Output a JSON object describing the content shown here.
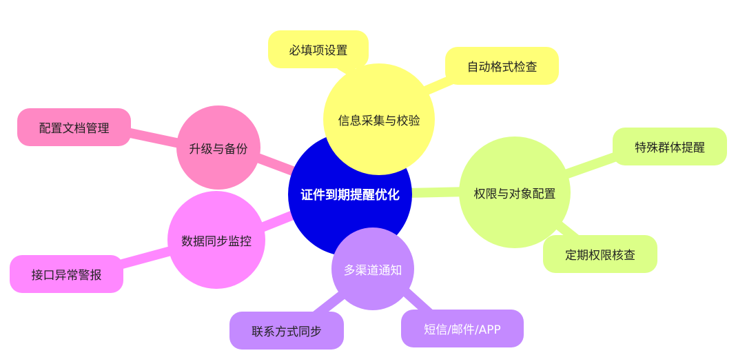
{
  "center": {
    "label": "证件到期提醒优化",
    "color": "#0000e6"
  },
  "branches": [
    {
      "key": "info",
      "label": "信息采集与校验",
      "color": "#ffff77",
      "children": [
        {
          "key": "required",
          "label": "必填项设置"
        },
        {
          "key": "format",
          "label": "自动格式检查"
        }
      ]
    },
    {
      "key": "perm",
      "label": "权限与对象配置",
      "color": "#dcff88",
      "children": [
        {
          "key": "special",
          "label": "特殊群体提醒"
        },
        {
          "key": "periodic",
          "label": "定期权限核查"
        }
      ]
    },
    {
      "key": "notify",
      "label": "多渠道通知",
      "color": "#c48aff",
      "children": [
        {
          "key": "contact",
          "label": "联系方式同步"
        },
        {
          "key": "channels",
          "label": "短信/邮件/APP"
        }
      ]
    },
    {
      "key": "sync",
      "label": "数据同步监控",
      "color": "#ff88ff",
      "children": [
        {
          "key": "iface",
          "label": "接口异常警报"
        }
      ]
    },
    {
      "key": "upgrade",
      "label": "升级与备份",
      "color": "#ff88c4",
      "children": [
        {
          "key": "docs",
          "label": "配置文档管理"
        }
      ]
    }
  ]
}
